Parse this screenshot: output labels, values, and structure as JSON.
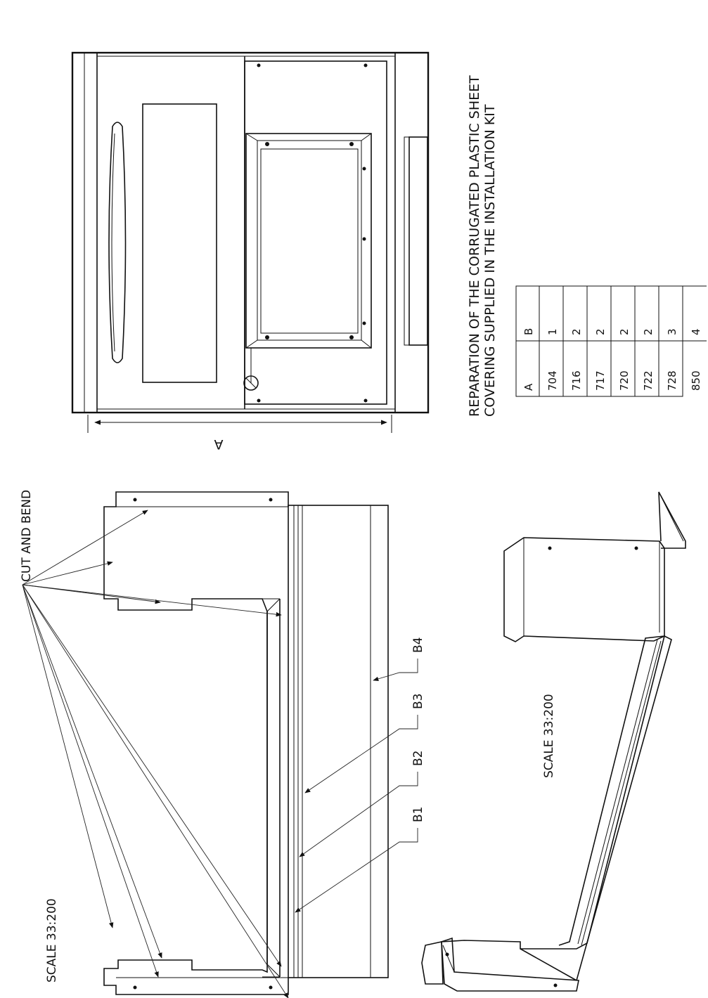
{
  "labels": {
    "cut_and_bend": "CUT AND BEND",
    "scale_flat": "SCALE 33:200",
    "scale_iso": "SCALE 33:200",
    "dimension_a": "A",
    "caption_line1": "REPARATION OF THE CORRUGATED PLASTIC SHEET",
    "caption_line2": "COVERING SUPPLIED IN THE INSTALLATION KIT",
    "bends": [
      "B1",
      "B2",
      "B3",
      "B4"
    ]
  },
  "table": {
    "headers": [
      "A",
      "B"
    ],
    "rows": [
      [
        "704",
        "1"
      ],
      [
        "716",
        "2"
      ],
      [
        "717",
        "2"
      ],
      [
        "720",
        "2"
      ],
      [
        "722",
        "2"
      ],
      [
        "728",
        "3"
      ],
      [
        "850",
        "4"
      ]
    ]
  }
}
